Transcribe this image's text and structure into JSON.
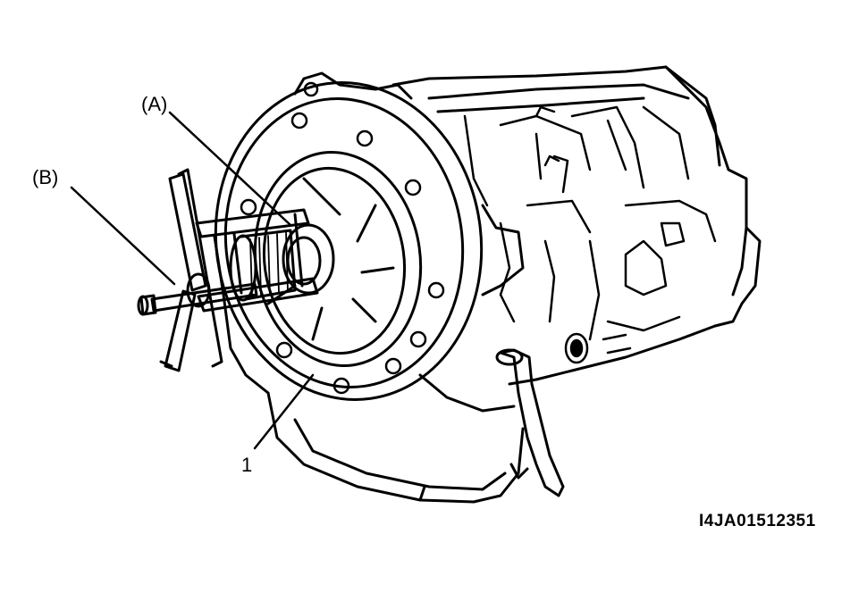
{
  "figure": {
    "labels": {
      "tool_a": "(A)",
      "tool_b": "(B)",
      "part_1": "1"
    },
    "figure_code": "I4JA01512351"
  },
  "colors": {
    "ink": "#000000",
    "paper": "#ffffff"
  }
}
